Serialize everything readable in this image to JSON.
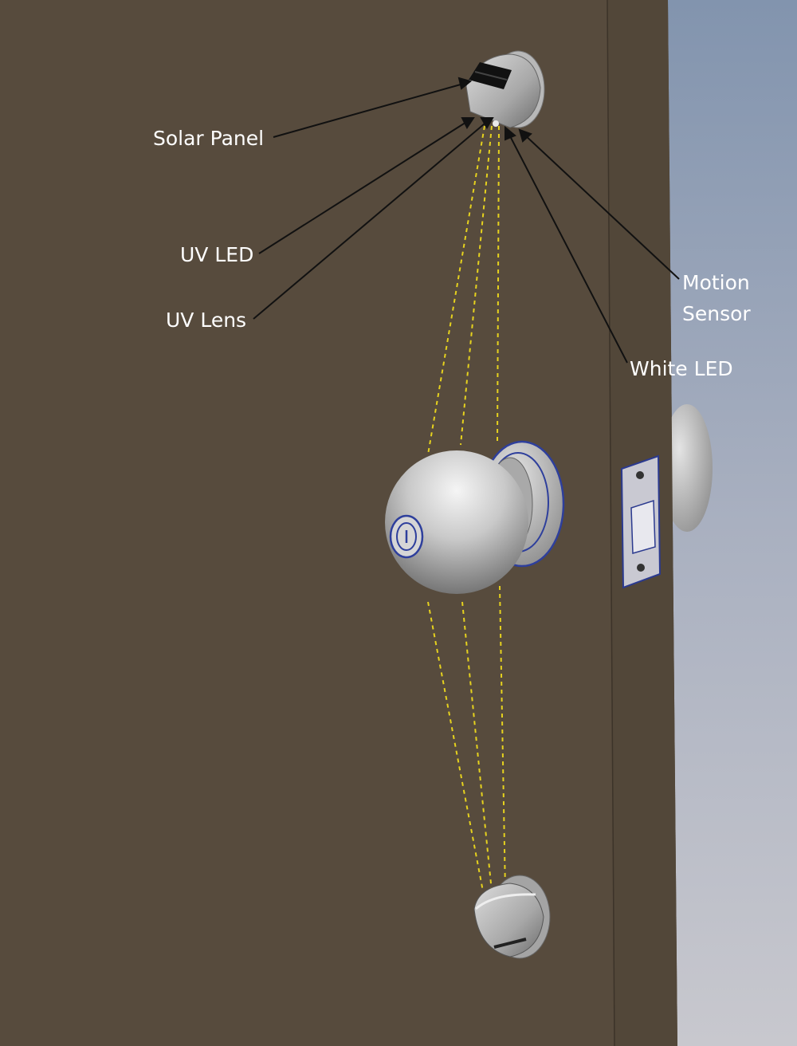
{
  "labels": {
    "solar_panel": "Solar Panel",
    "uv_led": "UV LED",
    "uv_lens": "UV Lens",
    "motion_sensor_line1": "Motion",
    "motion_sensor_line2": "Sensor",
    "white_led": "White LED"
  },
  "colors": {
    "door": "#574b3d",
    "door_edge": "#4f4436",
    "sky_top": "#8596b0",
    "sky_bottom": "#c4c6cd",
    "beam": "#e6d21e",
    "leader": "#111111",
    "label_text": "#ffffff",
    "lock_outline": "#2e3f9c"
  }
}
